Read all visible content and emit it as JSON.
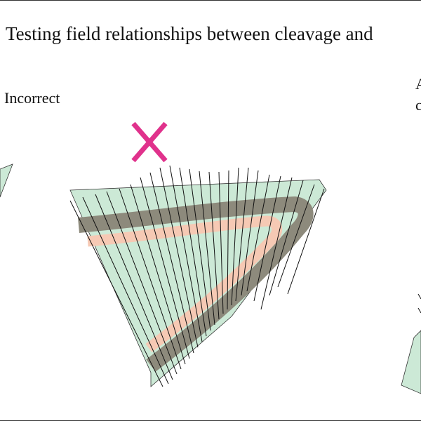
{
  "title": "Testing field relationships between cleavage and",
  "left_panel_label": "Incorrect",
  "right_panel_fragments": [
    "A",
    "c"
  ],
  "x_mark": "X",
  "colors": {
    "outer_band": "#cce9d6",
    "dark_layer": "#8d8a7c",
    "pink_layer": "#f6c9b4",
    "x_mark": "#e0328c",
    "cleavage": "#111111"
  }
}
